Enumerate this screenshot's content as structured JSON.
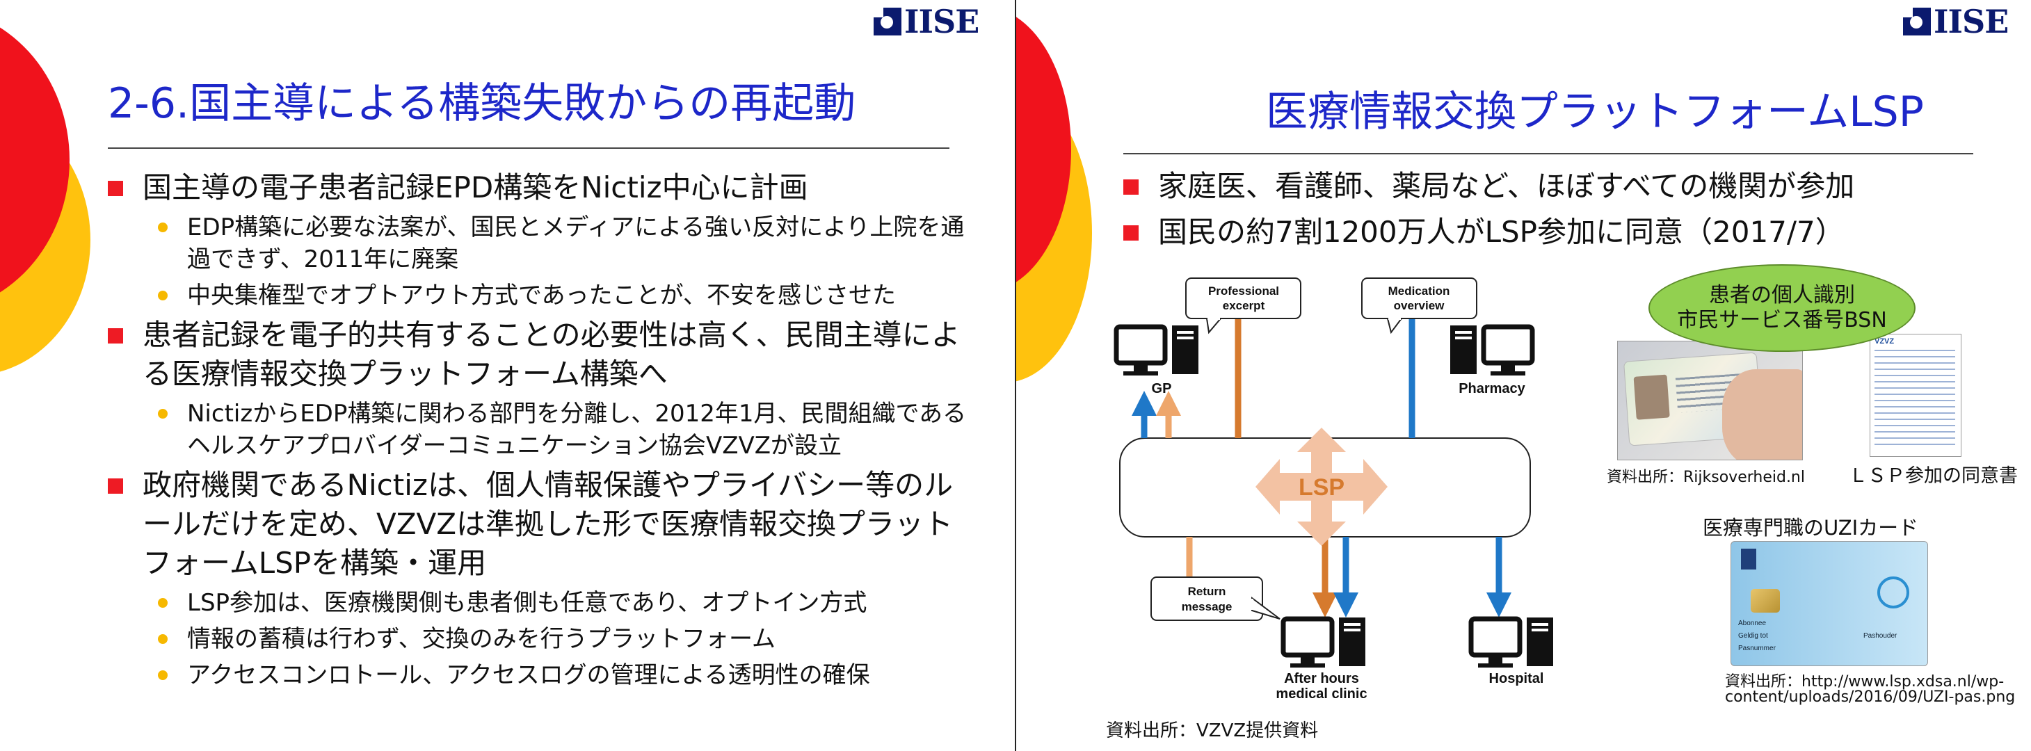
{
  "brand": {
    "logo_text": "IISE"
  },
  "left_slide": {
    "title": "2-6.国主導による構築失敗からの再起動",
    "bullets": [
      {
        "text": "国主導の電子患者記録EPD構築をNictiz中心に計画",
        "sub": [
          "EDP構築に必要な法案が、国民とメディアによる強い反対により上院を通過できず、2011年に廃案",
          "中央集権型でオプトアウト方式であったことが、不安を感じさせた"
        ]
      },
      {
        "text": "患者記録を電子的共有することの必要性は高く、民間主導による医療情報交換プラットフォーム構築へ",
        "sub": [
          "NictizからEDP構築に関わる部門を分離し、2012年1月、民間組織であるヘルスケアプロバイダーコミュニケーション協会VZVZが設立"
        ]
      },
      {
        "text": "政府機関であるNictizは、個人情報保護やプライバシー等のルールだけを定め、VZVZは準拠した形で医療情報交換プラットフォームLSPを構築・運用",
        "sub": [
          "LSP参加は、医療機関側も患者側も任意であり、オプトイン方式",
          "情報の蓄積は行わず、交換のみを行うプラットフォーム",
          "アクセスコンロトール、アクセスログの管理による透明性の確保"
        ]
      }
    ]
  },
  "right_slide": {
    "title": "医療情報交換プラットフォームLSP",
    "bullets": [
      "家庭医、看護師、薬局など、ほぼすべての機関が参加",
      "国民の約7割1200万人がLSP参加に同意（2017/7）"
    ],
    "diagram": {
      "center_label": "LSP",
      "nodes": {
        "gp": "GP",
        "pharmacy": "Pharmacy",
        "after_hours_line1": "After hours",
        "after_hours_line2": "medical clinic",
        "hospital": "Hospital"
      },
      "callouts": {
        "professional_excerpt_line1": "Professional",
        "professional_excerpt_line2": "excerpt",
        "medication_overview_line1": "Medication",
        "medication_overview_line2": "overview",
        "return_message_line1": "Return",
        "return_message_line2": "message"
      },
      "colors": {
        "orange_dark": "#d67a2e",
        "orange_light": "#eea66b",
        "blue": "#1f78c8",
        "lsp_arrow": "#f3c2a3"
      },
      "source": "資料出所：VZVZ提供資料"
    },
    "bsn": {
      "ellipse_line1": "患者の個人識別",
      "ellipse_line2": "市民サービス番号BSN",
      "card_source": "資料出所：Rijksoverheid.nl",
      "consent_caption": "ＬＳＰ参加の同意書",
      "form_title": "VZVZ"
    },
    "uzi": {
      "title": "医療専門職のUZIカード",
      "source_line1": "資料出所：http://www.lsp.xdsa.nl/wp-",
      "source_line2": "content/uploads/2016/09/UZI-pas.png",
      "card_label1": "Abonnee",
      "card_label2": "Geldig tot",
      "card_label3": "Pasnummer",
      "card_label4": "Pashouder"
    }
  }
}
